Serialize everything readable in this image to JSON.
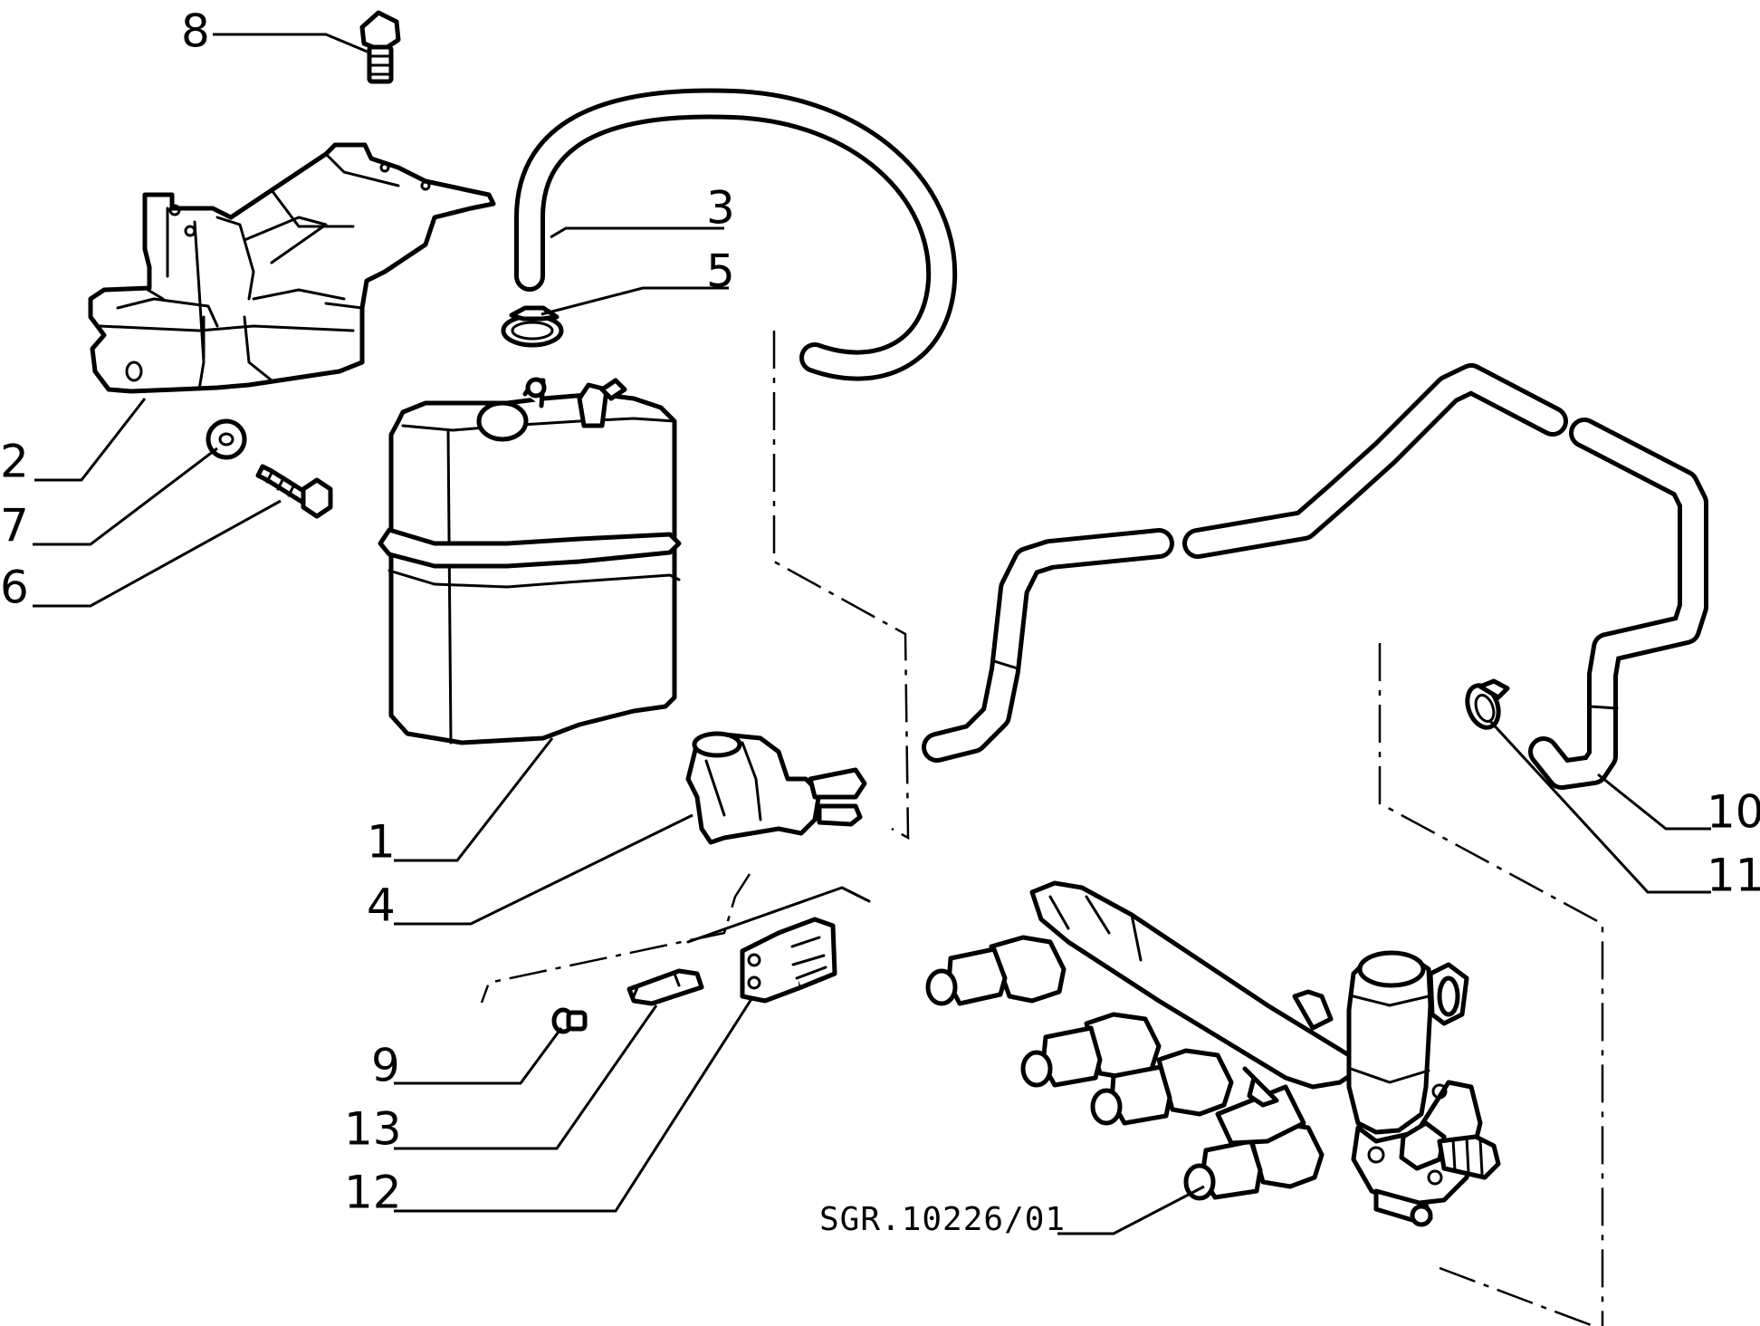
{
  "callouts": {
    "c1": "1",
    "c2": "2",
    "c3": "3",
    "c4": "4",
    "c5": "5",
    "c6": "6",
    "c7": "7",
    "c8": "8",
    "c9": "9",
    "c10": "10",
    "c11": "11",
    "c12": "12",
    "c13": "13"
  },
  "reference_code": "SGR.10226/01",
  "colors": {
    "line": "#000000",
    "background": "#ffffff"
  }
}
